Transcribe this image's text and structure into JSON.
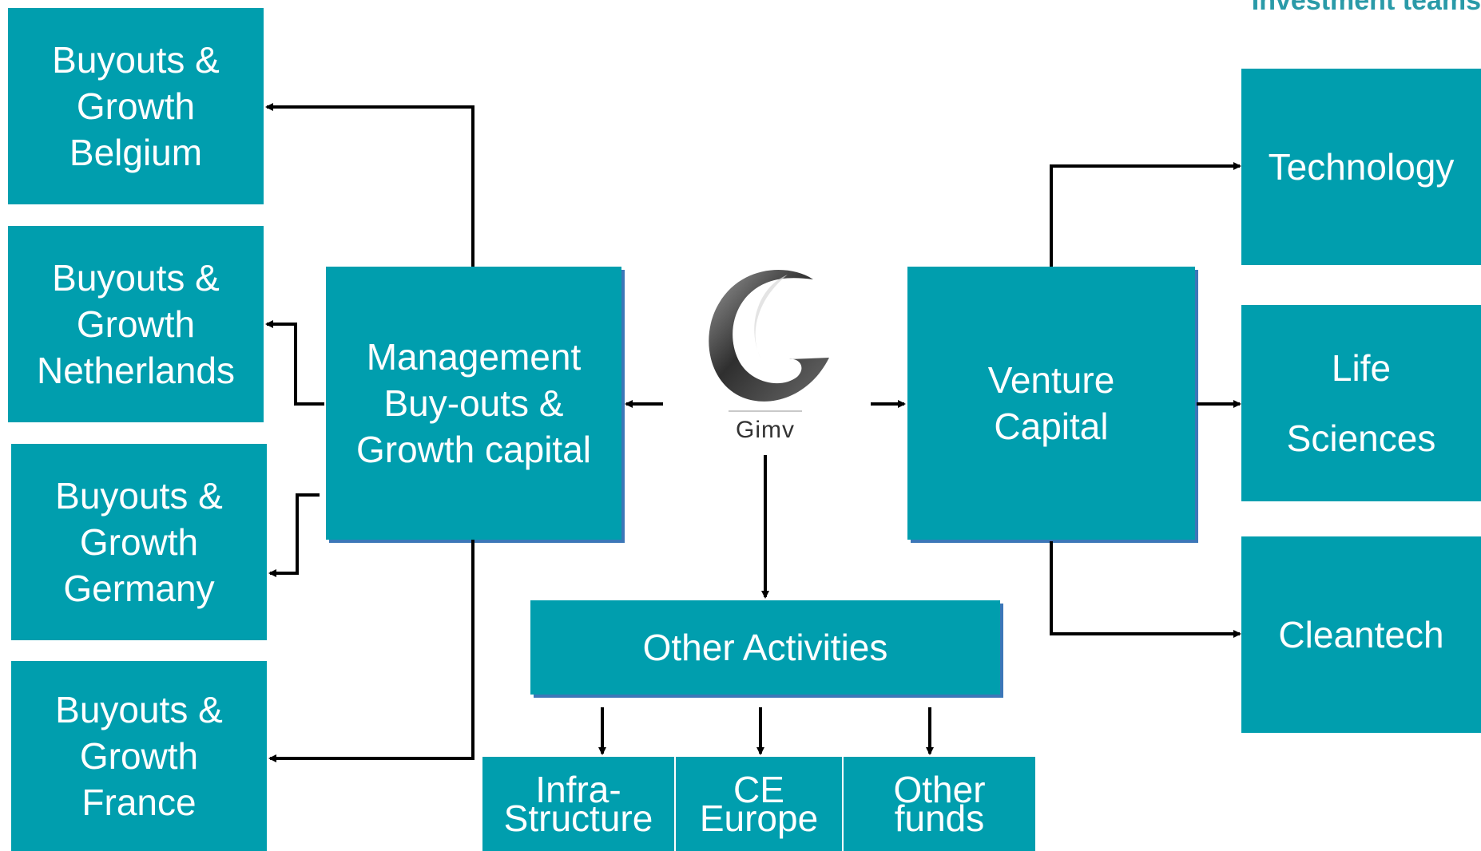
{
  "header": {
    "title": "Investment teams"
  },
  "logo": {
    "name": "gimv-logo-icon",
    "wordmark": "Gimv"
  },
  "left_boxes": [
    {
      "label": "Buyouts &\nGrowth\nBelgium"
    },
    {
      "label": "Buyouts &\nGrowth\nNetherlands"
    },
    {
      "label": "Buyouts &\nGrowth\nGermany"
    },
    {
      "label": "Buyouts &\nGrowth\nFrance"
    }
  ],
  "center": {
    "mbo": {
      "label": "Management\nBuy-outs &\nGrowth capital"
    },
    "vc": {
      "label": "Venture\nCapital"
    },
    "other": {
      "label": "Other Activities"
    }
  },
  "right_boxes": [
    {
      "label": "Technology"
    },
    {
      "label": "Life\n\nSciences"
    },
    {
      "label": "Cleantech"
    }
  ],
  "bottom_boxes": [
    {
      "label": "Infra-\nStructure"
    },
    {
      "label": "CE\nEurope"
    },
    {
      "label": "Other\nfunds"
    }
  ],
  "colors": {
    "box": "#009eae",
    "box_shadow": "#3c77b8",
    "connector": "#000000",
    "header": "#2a9aa8"
  }
}
